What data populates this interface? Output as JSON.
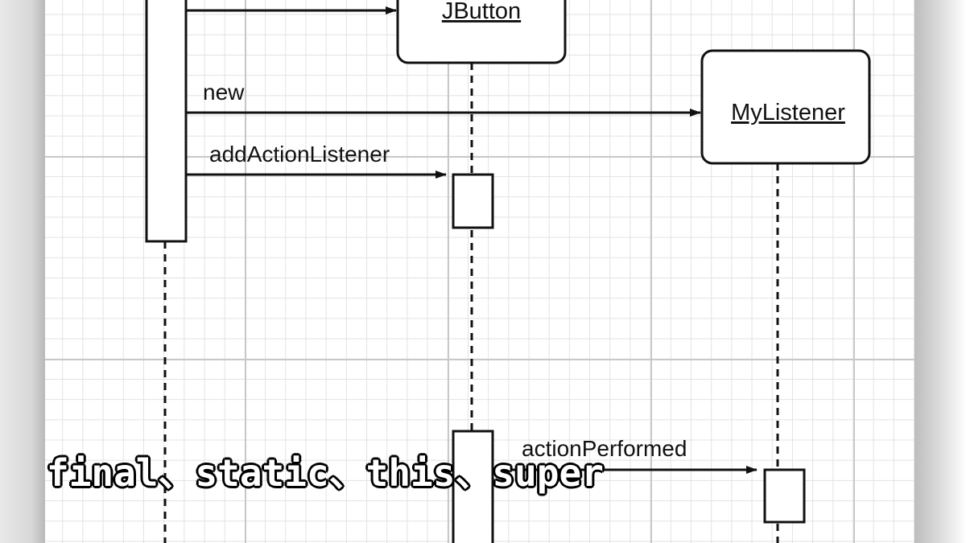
{
  "diagram": {
    "objects": {
      "jbutton": "JButton",
      "mylistener": "MyListener"
    },
    "messages": {
      "new": "new",
      "add_action_listener": "addActionListener",
      "action_performed": "actionPerformed"
    }
  },
  "caption": {
    "text": "final、static、this、super"
  },
  "colors": {
    "grid_major": "#c8c8c8",
    "grid_minor": "#e2e2e2",
    "ink": "#111111",
    "caption_fill": "#ffffff",
    "caption_outline": "#000000"
  }
}
